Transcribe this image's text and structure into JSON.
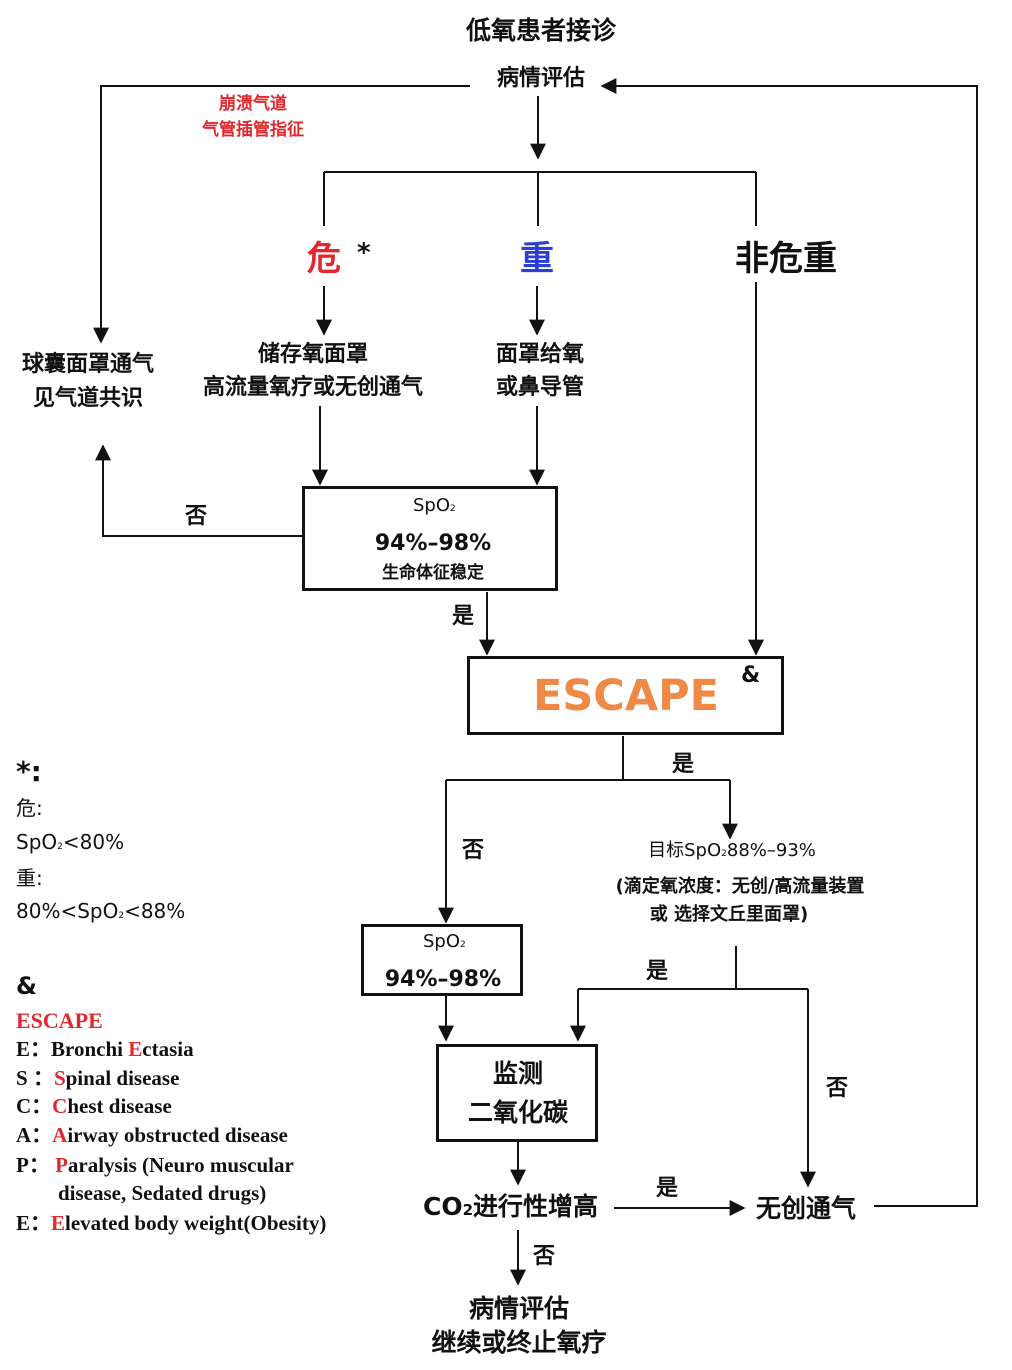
{
  "title": "低氧患者接诊",
  "assess": "病情评估",
  "airway_note": {
    "line1": "崩溃气道",
    "line2": "气管插管指征"
  },
  "severity": {
    "critical": "危",
    "critical_star": "*",
    "severe": "重",
    "non_critical": "非危重"
  },
  "bag_mask": {
    "line1": "球囊面罩通气",
    "line2": "见气道共识"
  },
  "critical_action": {
    "line1": "储存氧面罩",
    "line2": "高流量氧疗或无创通气"
  },
  "severe_action": {
    "line1": "面罩给氧",
    "line2": "或鼻导管"
  },
  "spo2_box1": {
    "label": "SpO",
    "sub": "2",
    "range": "94%–98%",
    "stable": "生命体征稳定"
  },
  "no": "否",
  "yes": "是",
  "escape": {
    "label": "ESCAPE",
    "mark": "&"
  },
  "target": {
    "line1_prefix": "目标SpO",
    "sub": "2",
    "line1_suffix": "88%–93%",
    "line2": "(滴定氧浓度：无创/高流量装置",
    "line3": "或 选择文丘里面罩)"
  },
  "spo2_box2": {
    "label": "SpO",
    "sub": "2",
    "range": "94%–98%"
  },
  "monitor": {
    "line1": "监测",
    "line2": "二氧化碳"
  },
  "co2_rise": {
    "prefix": "CO",
    "sub": "2",
    "suffix": "进行性增高"
  },
  "niv": "无创通气",
  "final": {
    "line1": "病情评估",
    "line2": "继续或终止氧疗"
  },
  "legend": {
    "star_title": "*:",
    "crit_label": "危:",
    "crit_value_a": "SpO",
    "crit_value_sub": "2",
    "crit_value_b": "<80%",
    "sev_label": "重:",
    "sev_value_a": "80%<SpO",
    "sev_value_sub": "2",
    "sev_value_b": "<88%",
    "amp_title": "&",
    "escape_title": "ESCAPE",
    "items": [
      {
        "key": "E",
        "sep": "：",
        "text_a": "Bronchi ",
        "hl": "E",
        "text_b": "ctasia"
      },
      {
        "key": "S",
        "sep": " ：",
        "text_a": "",
        "hl": "S",
        "text_b": "pinal disease"
      },
      {
        "key": "C",
        "sep": "：",
        "text_a": "",
        "hl": "C",
        "text_b": "hest disease"
      },
      {
        "key": "A",
        "sep": "：",
        "text_a": "",
        "hl": "A",
        "text_b": "irway obstructed disease"
      },
      {
        "key": "P",
        "sep": "：",
        "text_a": " ",
        "hl": "P",
        "text_b": "aralysis (Neuro muscular"
      },
      {
        "key": "",
        "sep": "",
        "text_a": "disease, Sedated drugs)",
        "hl": "",
        "text_b": ""
      },
      {
        "key": "E",
        "sep": "：",
        "text_a": "",
        "hl": "E",
        "text_b": "levated body weight(Obesity)"
      }
    ]
  },
  "colors": {
    "red": "#e0282e",
    "blue": "#2b3fd6",
    "orange": "#ee8a45",
    "black": "#111111"
  }
}
